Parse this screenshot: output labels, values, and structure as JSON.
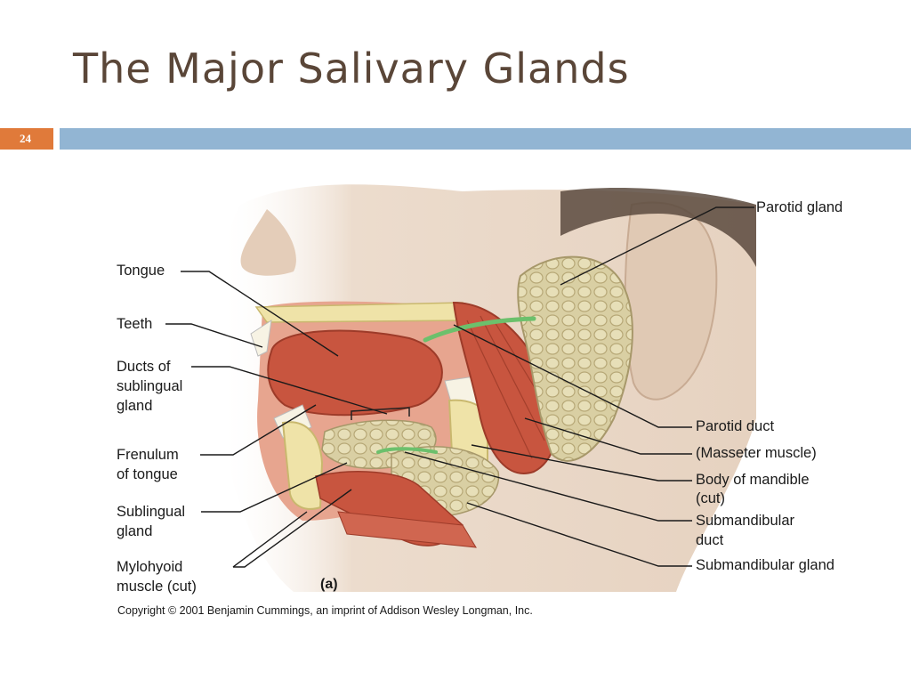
{
  "slide": {
    "title": "The Major Salivary Glands",
    "page_number": "24"
  },
  "figure": {
    "panel_label": "(a)",
    "copyright": "Copyright © 2001 Benjamin Cummings, an imprint of Addison Wesley Longman, Inc.",
    "labels": {
      "tongue": "Tongue",
      "teeth": "Teeth",
      "ducts_sublingual_1": "Ducts of",
      "ducts_sublingual_2": "sublingual",
      "ducts_sublingual_3": "gland",
      "frenulum_1": "Frenulum",
      "frenulum_2": "of tongue",
      "sublingual_1": "Sublingual",
      "sublingual_2": "gland",
      "mylohyoid_1": "Mylohyoid",
      "mylohyoid_2": "muscle (cut)",
      "parotid_gland": "Parotid gland",
      "parotid_duct": "Parotid duct",
      "masseter": "(Masseter muscle)",
      "mandible_1": "Body of mandible",
      "mandible_2": "(cut)",
      "submandibular_duct_1": "Submandibular",
      "submandibular_duct_2": "duct",
      "submandibular_gland": "Submandibular gland"
    }
  },
  "colors": {
    "title": "#5a4638",
    "badge": "#e07a3a",
    "rule": "#92b5d3",
    "skin": "#ead8c8",
    "muscle": "#c8553f",
    "gland": "#d9cfa3",
    "bone": "#efe3a8",
    "duct": "#6cc06c"
  }
}
